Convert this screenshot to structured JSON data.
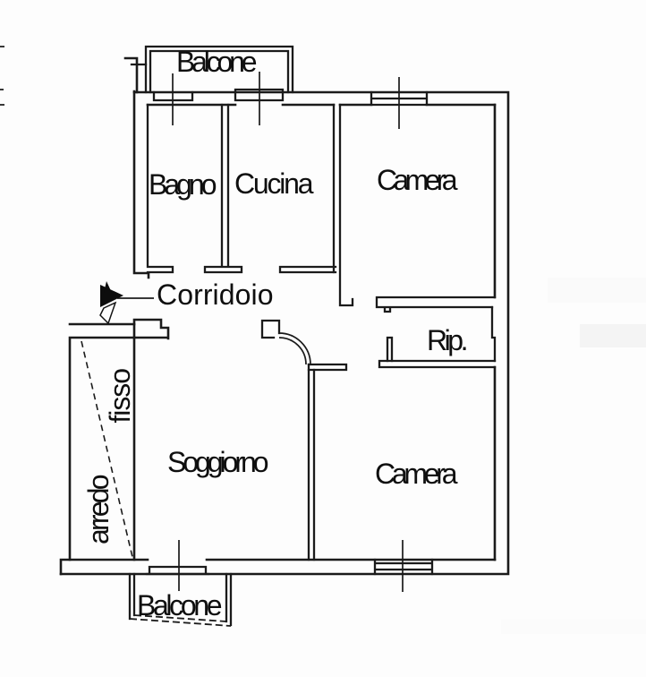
{
  "plan": {
    "type": "apartment-floor-plan",
    "background_color": "#fdfdfd",
    "wall_color": "#1b1b1b",
    "labels": {
      "balcone_top": "Balcone",
      "bagno": "Bagno",
      "cucina": "Cucina",
      "camera_top": "Camera",
      "corridoio": "Corridoio",
      "rip": "Rip.",
      "soggiorno": "Soggiorno",
      "camera_bottom": "Camera",
      "balcone_bottom": "Balcone",
      "fisso": "fisso",
      "arredo": "arredo"
    }
  }
}
